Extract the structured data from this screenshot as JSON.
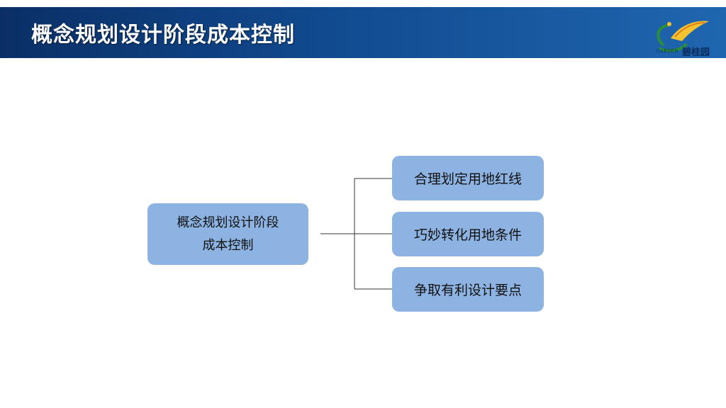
{
  "slide": {
    "title": "概念规划设计阶段成本控制"
  },
  "logo": {
    "name_cn": "碧桂园",
    "name_en": "GARDEN"
  },
  "diagram": {
    "root": {
      "line1": "概念规划设计阶段",
      "line2": "成本控制"
    },
    "children": [
      {
        "label": "合理划定用地红线"
      },
      {
        "label": "巧妙转化用地条件"
      },
      {
        "label": "争取有利设计要点"
      }
    ]
  }
}
